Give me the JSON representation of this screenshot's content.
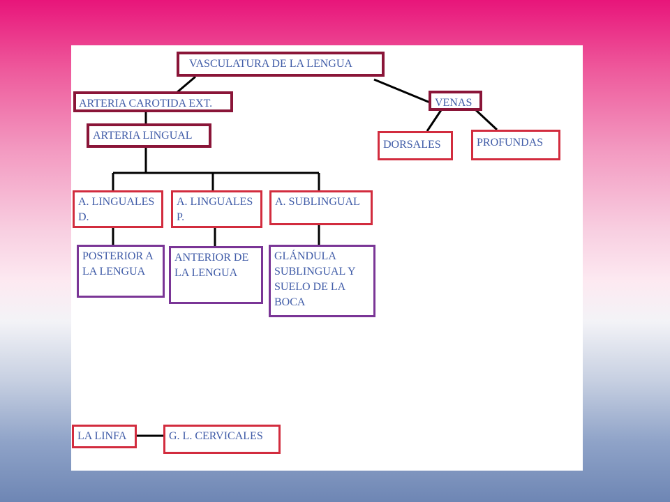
{
  "diagram": {
    "root": "VASCULATURA DE LA LENGUA",
    "arteria_carotida": "ARTERIA CAROTIDA EXT.",
    "arteria_lingual": "ARTERIA LINGUAL",
    "ling_d": "A. LINGUALES\nD.",
    "ling_p": "A. LINGUALES\nP.",
    "sublingual": "A. SUBLINGUAL",
    "posterior": "POSTERIOR A\nLA LENGUA",
    "anterior": "ANTERIOR DE\nLA LENGUA",
    "glandula": "GLÁNDULA\nSUBLINGUAL Y\nSUELO DE LA\nBOCA",
    "venas": "VENAS",
    "dorsales": "DORSALES",
    "profundas": "PROFUNDAS",
    "linfa": "LA LINFA",
    "cervicales": "G. L. CERVICALES"
  },
  "colors": {
    "maroon_border": "#8a1538",
    "red_border": "#d22c3e",
    "purple_border": "#7a3596",
    "text": "#3f5ba7",
    "connector": "#000000"
  }
}
